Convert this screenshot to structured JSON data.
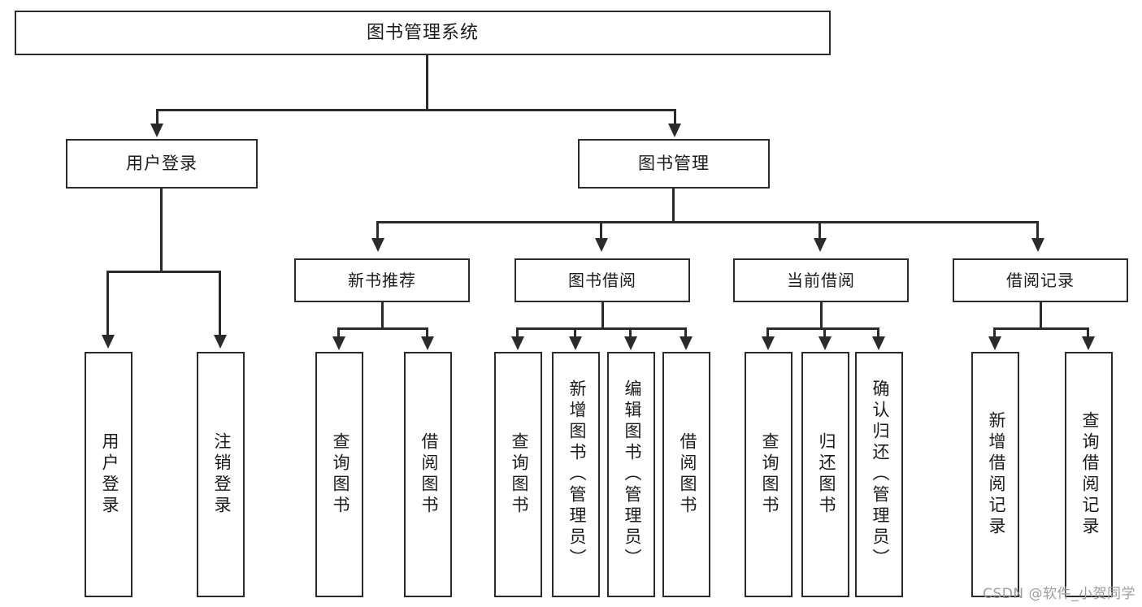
{
  "diagram": {
    "type": "hierarchy-tree",
    "title": "图书管理系统",
    "levels": 4,
    "colors": {
      "stroke": "#2b2b2b",
      "fill": "#ffffff",
      "text": "#1b1b1b",
      "watermark": "#9d9d9d"
    }
  },
  "root": {
    "label": "图书管理系统"
  },
  "level1": [
    {
      "label": "用户登录"
    },
    {
      "label": "图书管理"
    }
  ],
  "level2": [
    {
      "label": "新书推荐"
    },
    {
      "label": "图书借阅"
    },
    {
      "label": "当前借阅"
    },
    {
      "label": "借阅记录"
    }
  ],
  "leaves": {
    "user_login": [
      {
        "label": "用户登录"
      },
      {
        "label": "注销登录"
      }
    ],
    "new_book": [
      {
        "label": "查询图书"
      },
      {
        "label": "借阅图书"
      }
    ],
    "book_borrow": [
      {
        "label": "查询图书"
      },
      {
        "label": "新增图书（管理员）"
      },
      {
        "label": "编辑图书（管理员）"
      },
      {
        "label": "借阅图书"
      }
    ],
    "current_borrow": [
      {
        "label": "查询图书"
      },
      {
        "label": "归还图书"
      },
      {
        "label": "确认归还（管理员）"
      }
    ],
    "borrow_record": [
      {
        "label": "新增借阅记录"
      },
      {
        "label": "查询借阅记录"
      }
    ]
  },
  "watermark": {
    "text": "CSDN @软件_小贺同学"
  }
}
